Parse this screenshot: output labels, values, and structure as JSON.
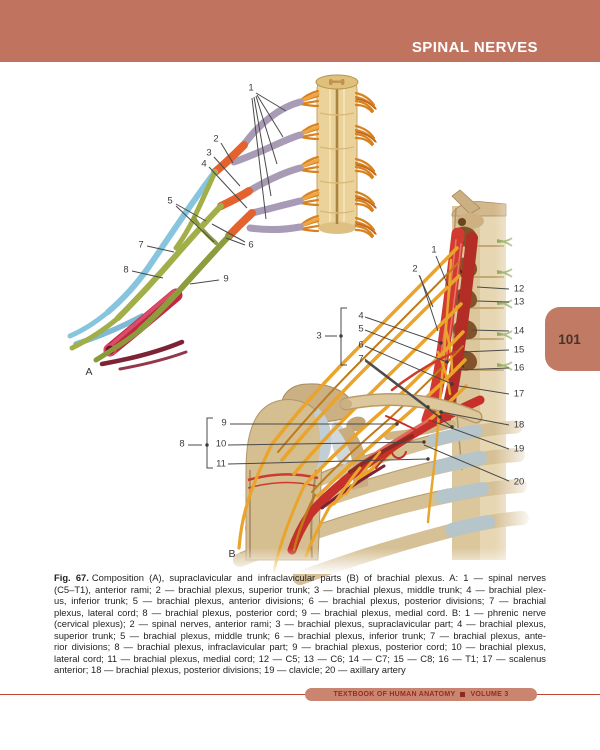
{
  "header": {
    "title": "SPINAL NERVES"
  },
  "page_tab": {
    "number": "101"
  },
  "figure_a": {
    "panel_letter": "A",
    "labels": [
      "1",
      "2",
      "3",
      "4",
      "5",
      "6",
      "7",
      "8",
      "9"
    ]
  },
  "figure_b": {
    "panel_letter": "B",
    "labels": [
      "1",
      "2",
      "3",
      "4",
      "5",
      "6",
      "7",
      "8",
      "9",
      "10",
      "11",
      "12",
      "13",
      "14",
      "15",
      "16",
      "17",
      "18",
      "19",
      "20"
    ]
  },
  "caption": {
    "fig_label": "Fig. 67.",
    "line1_rest": "Composition (A), supraclavicular and infraclavicular parts (B) of brachial plexus. A: 1 — spinal nerves",
    "lines": [
      "(C5–T1), anterior rami; 2 — brachial plexus, superior trunk; 3 — brachial plexus, middle trunk; 4 — brachial plex-",
      "us, inferior trunk; 5 — brachial plexus, anterior divisions; 6 — brachial plexus, posterior divisions; 7 — brachial",
      "plexus, lateral cord; 8 — brachial plexus, posterior cord; 9 — brachial plexus, medial cord. B: 1 — phrenic nerve",
      "(cervical plexus); 2 — spinal nerves, anterior rami; 3 — brachial plexus, supraclavicular part; 4 — brachial plexus,",
      "superior trunk; 5 — brachial plexus, middle trunk; 6 — brachial plexus, inferior trunk; 7 — brachial plexus, ante-",
      "rior divisions; 8 — brachial plexus, infraclavicular part; 9 — brachial plexus, posterior cord; 10 — brachial plexus,",
      "lateral cord; 11 — brachial plexus, medial cord; 12 — C5; 13 — C6; 14 — C7; 15 — C8; 16 — T1; 17 — scalenus",
      "anterior; 18 — brachial plexus, posterior divisions; 19 — clavicle; 20 — axillary artery"
    ]
  },
  "footer": {
    "book_title": "TEXTBOOK OF HUMAN ANATOMY",
    "volume": "VOLUME 3",
    "separator_icon": "square"
  },
  "colors": {
    "header_bg": "#c0735f",
    "tab_bg": "#c17a63",
    "footer_pill_bg": "#ca8571",
    "footer_text": "#952d1e",
    "footer_line": "#c14a33",
    "nerve_yellow": "#eaa42c",
    "muscle_red": "#d23a30",
    "artery_red": "#c6302a",
    "bone_tan": "#d9c195",
    "division_blue": "#87c4de",
    "cord_green": "#a2af48",
    "ramus_gray": "#a89bb5",
    "trunk_orange": "#e4622e"
  }
}
